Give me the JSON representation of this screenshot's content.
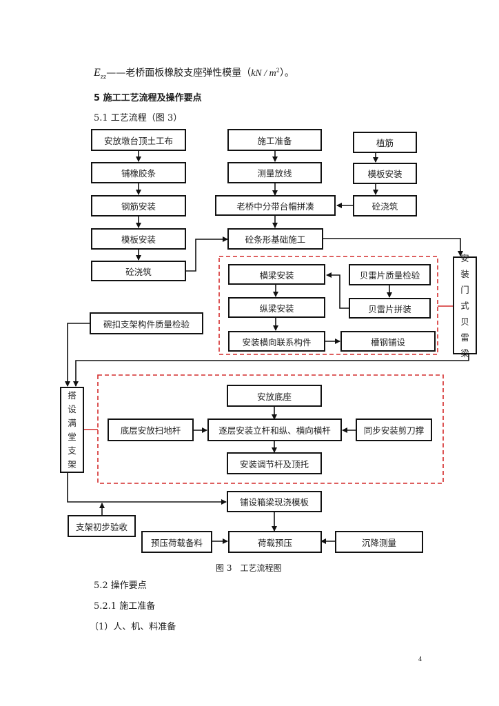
{
  "formula": {
    "symbol": "E",
    "subscript": "zz",
    "dash": "——",
    "description": "老桥面板橡胶支座弹性模量（",
    "unit_main": "kN / m",
    "unit_sup": "2",
    "close": "）。"
  },
  "section": {
    "heading": "5 施工工艺流程及操作要点",
    "sub_heading": "5.1 工艺流程（图 3）"
  },
  "flowchart": {
    "left_column": [
      "安放墩台顶土工布",
      "铺橡胶条",
      "钢筋安装",
      "模板安装",
      "砼浇筑"
    ],
    "center_column": [
      "施工准备",
      "测量放线",
      "老桥中分带台帽拼凑",
      "砼条形基础施工"
    ],
    "right_column": [
      "植筋",
      "模板安装",
      "砼浇筑"
    ],
    "bailey_group": {
      "crossbeam": "横梁安装",
      "longbeam": "纵梁安装",
      "bracing": "安装横向联系构件",
      "channel": "槽钢铺设",
      "quality_check": "贝雷片质量检验",
      "assembly": "贝雷片拼装"
    },
    "bailey_beam_vertical": [
      "安",
      "装",
      "门",
      "式",
      "贝",
      "雷",
      "梁"
    ],
    "bowl_check": "碗扣支架构件质量检验",
    "scaffold_vertical": [
      "搭",
      "设",
      "满",
      "堂",
      "支",
      "架"
    ],
    "scaffold_group": {
      "base": "安放底座",
      "sweep_rod": "底层安放扫地杆",
      "layer_install": "逐层安装立杆和纵、横向横杆",
      "scissor": "同步安装剪刀撑",
      "adjust": "安装调节杆及顶托"
    },
    "formwork": "铺设箱梁现浇模板",
    "initial_acceptance": "支架初步验收",
    "preload_material": "预压荷载备料",
    "preload": "荷载预压",
    "settlement": "沉降测量",
    "colors": {
      "line": "#111111",
      "group_border": "#d42a2a"
    }
  },
  "caption": "图 3　工艺流程图",
  "ops": {
    "heading": "5.2 操作要点",
    "sub_heading": "5.2.1 施工准备",
    "item1": "（1）人、机、料准备"
  },
  "page_number": "4"
}
